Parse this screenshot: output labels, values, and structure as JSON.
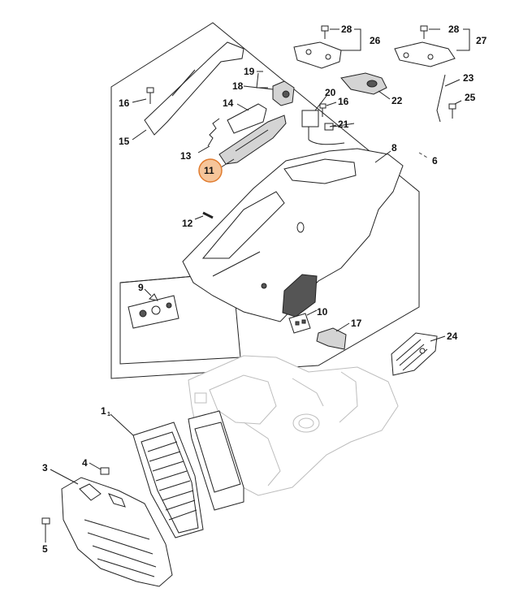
{
  "callouts": {
    "c1": "1",
    "c1_sub": "1",
    "c3": "3",
    "c4": "4",
    "c5": "5",
    "c6": "6",
    "c8": "8",
    "c9": "9",
    "c10": "10",
    "c11": "11",
    "c12": "12",
    "c13": "13",
    "c14": "14",
    "c15": "15",
    "c16a": "16",
    "c16b": "16",
    "c17": "17",
    "c18": "18",
    "c19": "19",
    "c20": "20",
    "c21": "21",
    "c22": "22",
    "c23": "23",
    "c24": "24",
    "c25": "25",
    "c26": "26",
    "c27": "27",
    "c28a": "28",
    "c28b": "28"
  },
  "colors": {
    "highlight_fill": "#F6C59A",
    "highlight_stroke": "#E07B2E",
    "ink": "#222222",
    "housing_outline": "#BDBDBD"
  }
}
